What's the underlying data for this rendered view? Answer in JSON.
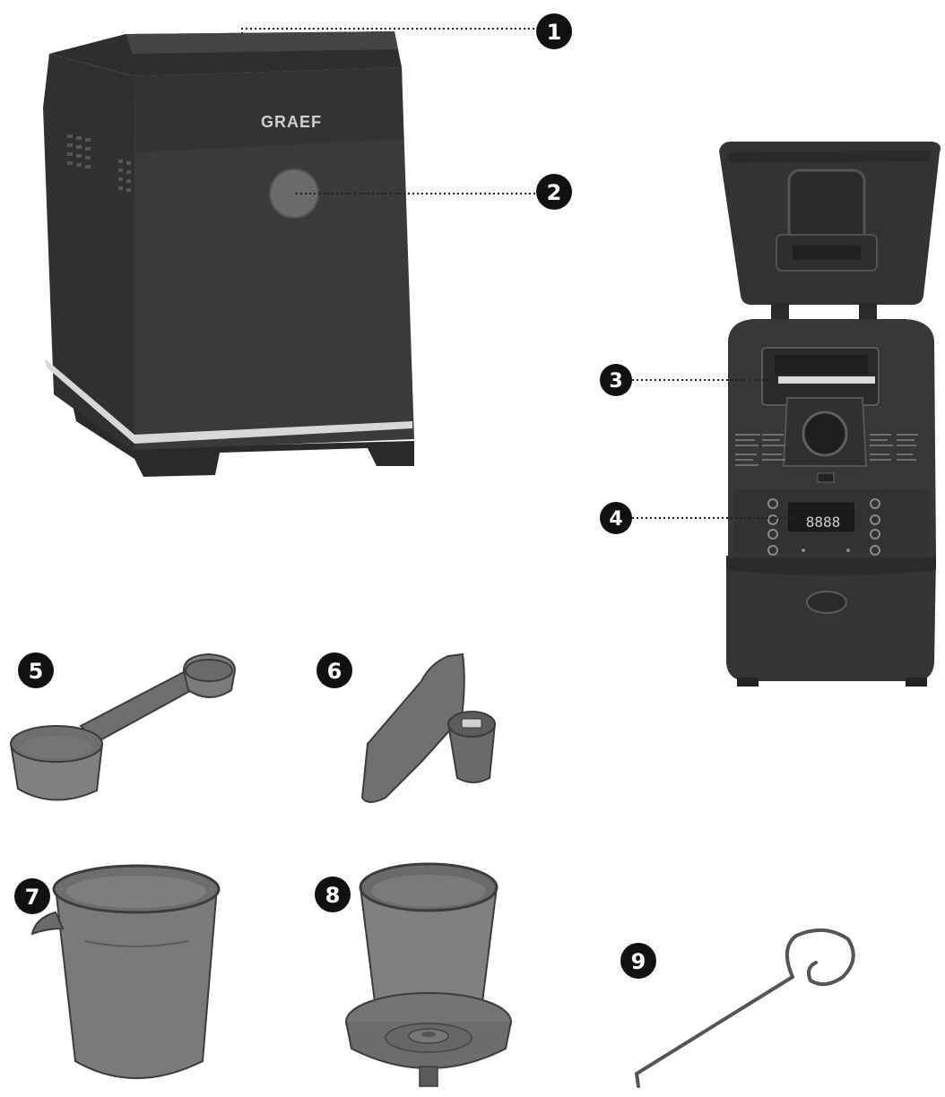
{
  "brand": {
    "label": "GRAEF"
  },
  "display": {
    "digits": "8888"
  },
  "callouts": [
    {
      "number": "1",
      "part": "lid"
    },
    {
      "number": "2",
      "part": "viewing-window-button"
    },
    {
      "number": "3",
      "part": "baking-chamber"
    },
    {
      "number": "4",
      "part": "control-panel"
    },
    {
      "number": "5",
      "part": "measuring-spoon"
    },
    {
      "number": "6",
      "part": "kneading-hook"
    },
    {
      "number": "7",
      "part": "measuring-cup"
    },
    {
      "number": "8",
      "part": "baking-pan"
    },
    {
      "number": "9",
      "part": "removal-hook"
    }
  ],
  "colors": {
    "body": "#363636",
    "body_dark": "#262626",
    "accessory": "#7a7a7a",
    "accessory_dark": "#4e4e4e",
    "callout": "#111111",
    "accent_strip": "#d8d8d8"
  }
}
